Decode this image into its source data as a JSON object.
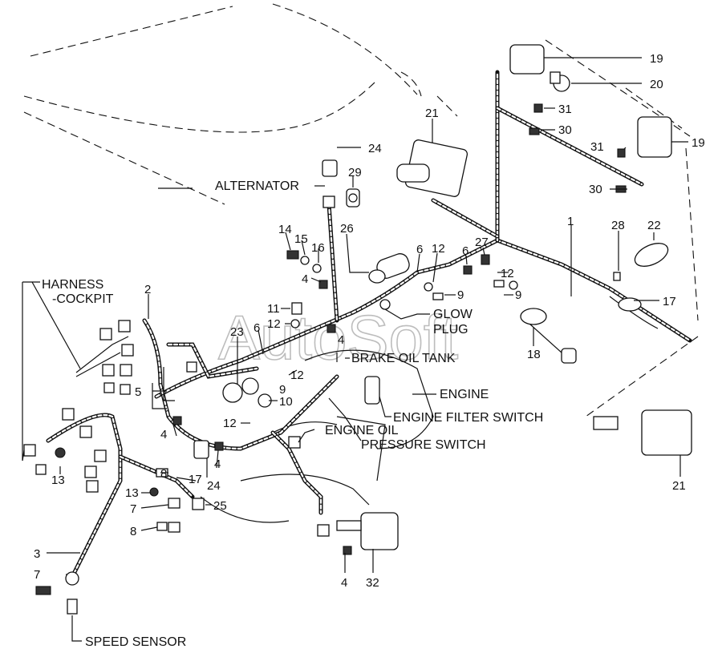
{
  "watermark": "AutoSoft",
  "labels": {
    "alternator": "ALTERNATOR",
    "harness_line1": "HARNESS",
    "harness_line2": "-COCKPIT",
    "glow_line1": "GLOW",
    "glow_line2": "PLUG",
    "brake_oil_tank": "BRAKE OIL TANK",
    "engine": "ENGINE",
    "engine_filter_switch": "ENGINE FILTER SWITCH",
    "engine_oil_line1": "ENGINE OIL",
    "engine_oil_line2": "PRESSURE SWITCH",
    "speed_sensor": "SPEED SENSOR"
  },
  "callouts": [
    {
      "id": "c19a",
      "text": "19"
    },
    {
      "id": "c20",
      "text": "20"
    },
    {
      "id": "c21a",
      "text": "21"
    },
    {
      "id": "c31a",
      "text": "31"
    },
    {
      "id": "c30a",
      "text": "30"
    },
    {
      "id": "c19b",
      "text": "19"
    },
    {
      "id": "c31b",
      "text": "31"
    },
    {
      "id": "c30b",
      "text": "30"
    },
    {
      "id": "c24a",
      "text": "24"
    },
    {
      "id": "c29",
      "text": "29"
    },
    {
      "id": "c1",
      "text": "1"
    },
    {
      "id": "c28",
      "text": "28"
    },
    {
      "id": "c22",
      "text": "22"
    },
    {
      "id": "c14",
      "text": "14"
    },
    {
      "id": "c15",
      "text": "15"
    },
    {
      "id": "c16",
      "text": "16"
    },
    {
      "id": "c26",
      "text": "26"
    },
    {
      "id": "c4a",
      "text": "4"
    },
    {
      "id": "c6a",
      "text": "6"
    },
    {
      "id": "c12a",
      "text": "12"
    },
    {
      "id": "c6b",
      "text": "6"
    },
    {
      "id": "c27",
      "text": "27"
    },
    {
      "id": "c9a",
      "text": "9"
    },
    {
      "id": "c12b",
      "text": "12"
    },
    {
      "id": "c9b",
      "text": "9"
    },
    {
      "id": "c17a",
      "text": "17"
    },
    {
      "id": "c2",
      "text": "2"
    },
    {
      "id": "c11",
      "text": "11"
    },
    {
      "id": "c12c",
      "text": "12"
    },
    {
      "id": "c6c",
      "text": "6"
    },
    {
      "id": "c23",
      "text": "23"
    },
    {
      "id": "c4b",
      "text": "4"
    },
    {
      "id": "c18",
      "text": "18"
    },
    {
      "id": "c12d",
      "text": "12"
    },
    {
      "id": "c9c",
      "text": "9"
    },
    {
      "id": "c5",
      "text": "5"
    },
    {
      "id": "c10",
      "text": "10"
    },
    {
      "id": "c12e",
      "text": "12"
    },
    {
      "id": "c4c",
      "text": "4"
    },
    {
      "id": "c13a",
      "text": "13"
    },
    {
      "id": "c8a",
      "text": "8"
    },
    {
      "id": "c17b",
      "text": "17"
    },
    {
      "id": "c4d",
      "text": "4"
    },
    {
      "id": "c24b",
      "text": "24"
    },
    {
      "id": "c13b",
      "text": "13"
    },
    {
      "id": "c7a",
      "text": "7"
    },
    {
      "id": "c25",
      "text": "25"
    },
    {
      "id": "c8b",
      "text": "8"
    },
    {
      "id": "c3",
      "text": "3"
    },
    {
      "id": "c7b",
      "text": "7"
    },
    {
      "id": "c4e",
      "text": "4"
    },
    {
      "id": "c32",
      "text": "32"
    },
    {
      "id": "c21b",
      "text": "21"
    }
  ]
}
